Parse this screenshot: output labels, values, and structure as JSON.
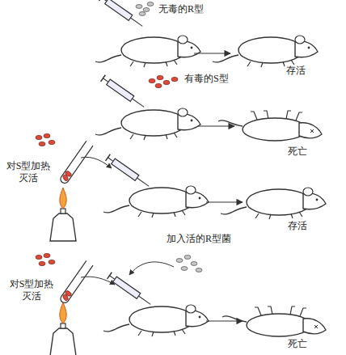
{
  "diagram": {
    "labels": [
      "无毒的R型",
      "存活",
      "有毒的S型",
      "死亡",
      "对S型加热 灭活",
      "存活",
      "加入活的R型菌",
      "对S型加热 灭活",
      "死亡"
    ]
  }
}
